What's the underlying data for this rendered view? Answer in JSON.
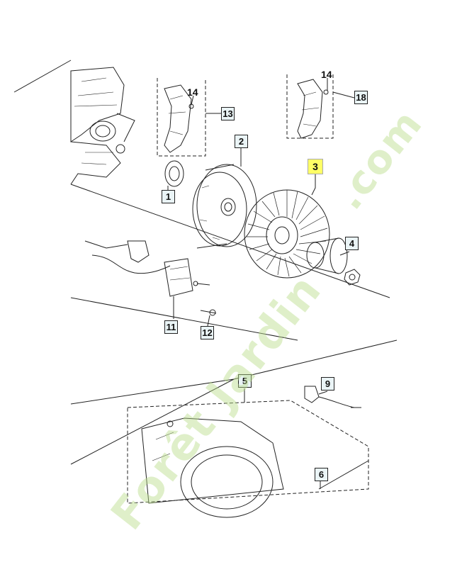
{
  "diagram": {
    "callouts": [
      {
        "id": "c1",
        "label": "1",
        "highlight": false
      },
      {
        "id": "c2",
        "label": "2",
        "highlight": false
      },
      {
        "id": "c3",
        "label": "3",
        "highlight": true
      },
      {
        "id": "c4",
        "label": "4",
        "highlight": false
      },
      {
        "id": "c5",
        "label": "5",
        "highlight": false
      },
      {
        "id": "c6",
        "label": "6",
        "highlight": false
      },
      {
        "id": "c9",
        "label": "9",
        "highlight": false
      },
      {
        "id": "c11",
        "label": "11",
        "highlight": false
      },
      {
        "id": "c12",
        "label": "12",
        "highlight": false
      },
      {
        "id": "c13",
        "label": "13",
        "highlight": false
      },
      {
        "id": "c14a",
        "label": "14",
        "highlight": false
      },
      {
        "id": "c14b",
        "label": "14",
        "highlight": false
      },
      {
        "id": "c18",
        "label": "18",
        "highlight": false
      }
    ]
  },
  "watermark": {
    "text_main": "Forêt Jardin",
    "text_suffix": ".com",
    "color": "#b9dc8a",
    "accent_color": "#f5b060"
  }
}
